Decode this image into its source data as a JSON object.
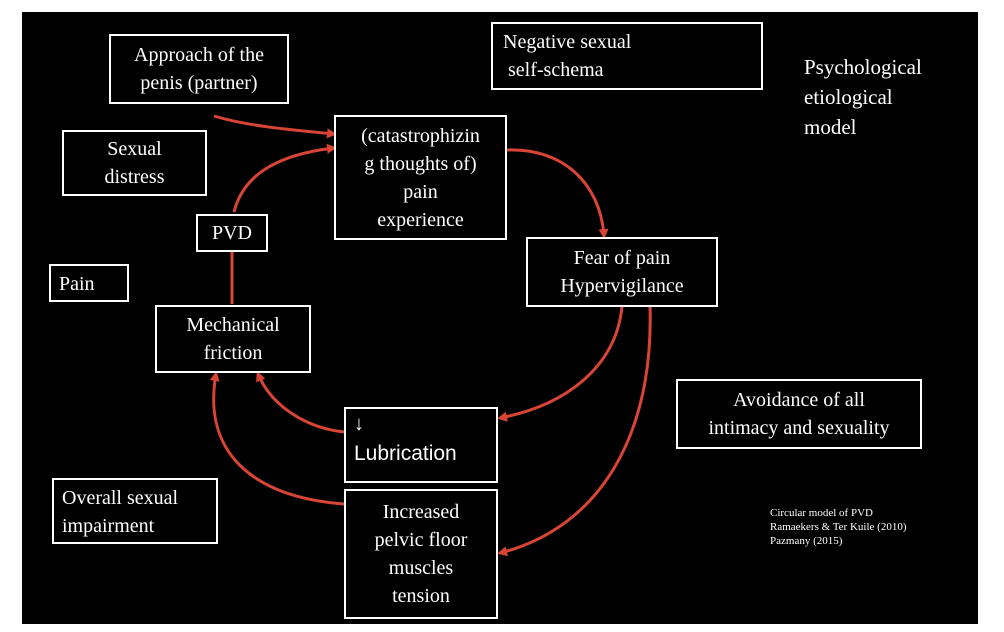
{
  "colors": {
    "background": "#000000",
    "box_border": "#ffffff",
    "text": "#ffffff",
    "arrow": "#d94535"
  },
  "nodes": {
    "approach": [
      "Approach of the",
      "penis (partner)"
    ],
    "negative_schema": [
      "Negative sexual",
      " self-schema"
    ],
    "model_title": [
      "Psychological",
      "etiological",
      "model"
    ],
    "sexual_distress": [
      "Sexual",
      "distress"
    ],
    "catastrophizing": [
      "(catastrophizin",
      "g thoughts of)",
      "pain",
      "experience"
    ],
    "pvd": "PVD",
    "fear": [
      "Fear of pain",
      "Hypervigilance"
    ],
    "pain": "Pain",
    "mechanical": [
      "Mechanical",
      "friction"
    ],
    "avoidance": [
      "Avoidance of all",
      "intimacy and sexuality"
    ],
    "lubrication": [
      "↓",
      "Lubrication"
    ],
    "overall_impairment": [
      "Overall sexual",
      "impairment"
    ],
    "pelvic": [
      "Increased",
      "pelvic floor",
      "muscles",
      "tension"
    ]
  },
  "citation": [
    "Circular model of PVD",
    "Ramaekers & Ter Kuile (2010)",
    "Pazmany (2015)"
  ]
}
